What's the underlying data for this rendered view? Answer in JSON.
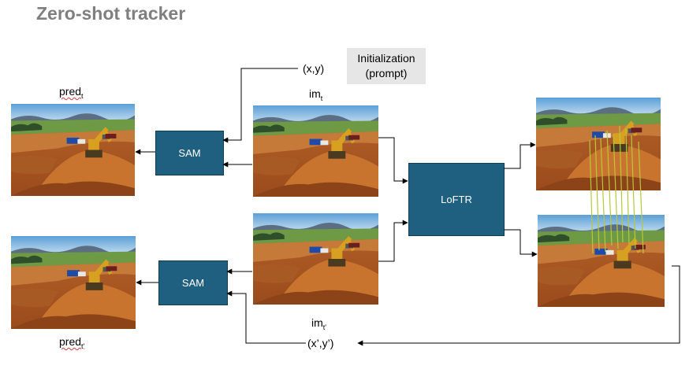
{
  "title": "Zero-shot tracker",
  "initialization": {
    "line1": "Initialization",
    "line2": "(prompt)"
  },
  "labels": {
    "pred_t_main": "pred",
    "pred_t_sub": "t",
    "im_t_main": "im",
    "im_t_sub": "t",
    "im_tp_main": "im",
    "im_tp_sub": "t'",
    "pred_tp_main": "pred",
    "pred_tp_sub": "t'",
    "xy": "(x,y)",
    "xy_prime": "(x’,y’)"
  },
  "boxes": {
    "sam_top": "SAM",
    "sam_bottom": "SAM",
    "loftr": "LoFTR"
  },
  "colors": {
    "title": "#7f7f7f",
    "box_fill": "#1f5f7f",
    "arrow": "#000000",
    "match_lines": "#b5c93a",
    "init_bg": "#e6e6e6"
  }
}
